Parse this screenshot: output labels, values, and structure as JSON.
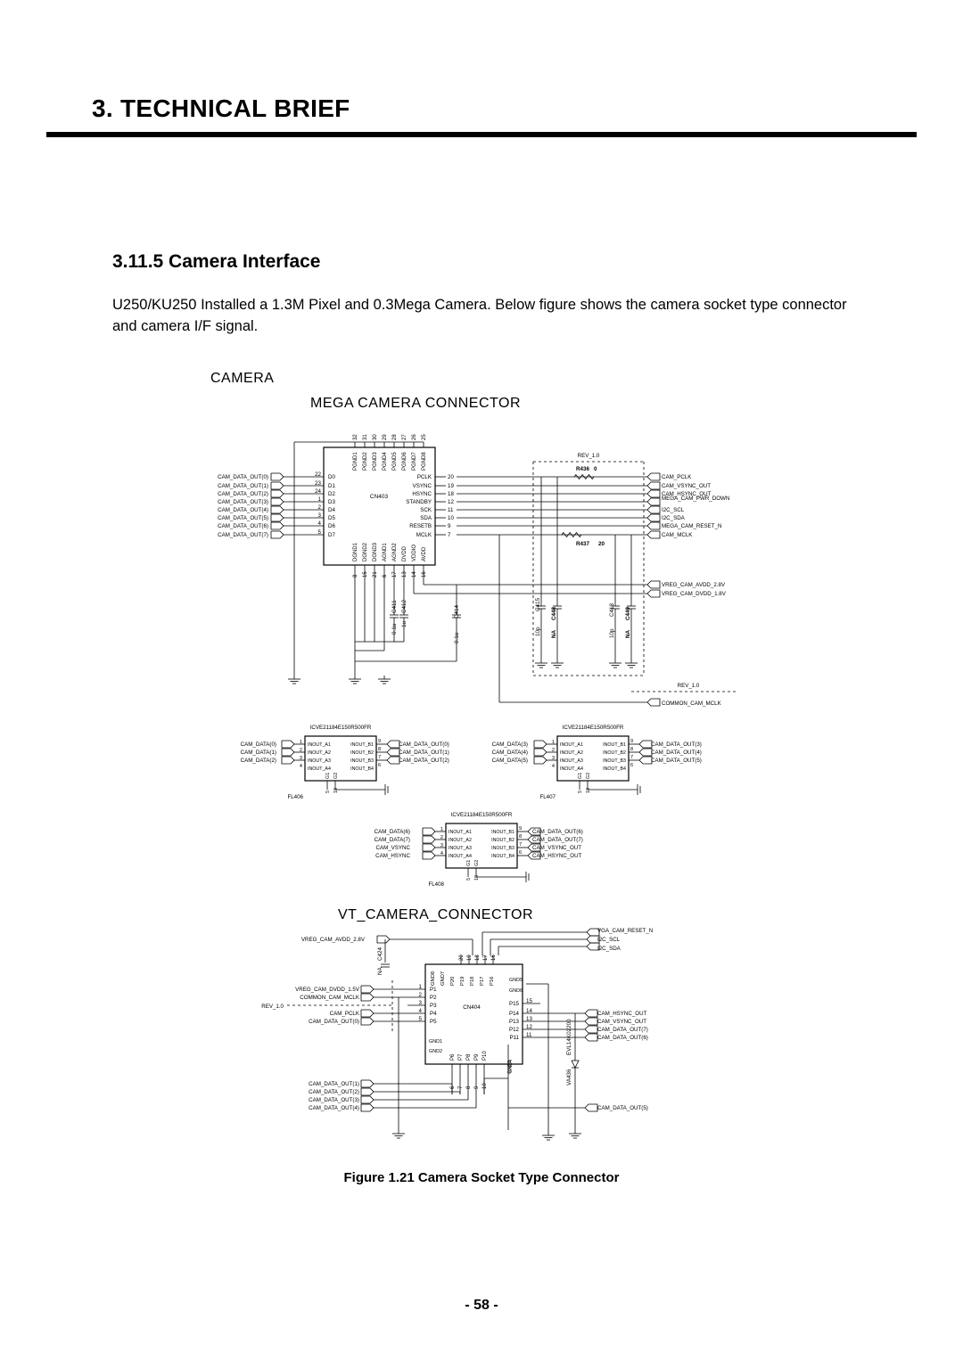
{
  "header": {
    "chapter_title": "3. TECHNICAL BRIEF"
  },
  "section": {
    "title": "3.11.5 Camera Interface",
    "paragraph": "U250/KU250 Installed a 1.3M Pixel and 0.3Mega Camera. Below figure shows the camera socket type connector and camera I/F signal."
  },
  "figure": {
    "label_camera": "CAMERA",
    "label_mega_connector": "MEGA CAMERA CONNECTOR",
    "label_vt_connector": "VT_CAMERA_CONNECTOR",
    "caption": "Figure 1.21 Camera Socket Type Connector",
    "mega": {
      "ref": "CN403",
      "left_nets": [
        "CAM_DATA_OUT(0)",
        "CAM_DATA_OUT(1)",
        "CAM_DATA_OUT(2)",
        "CAM_DATA_OUT(3)",
        "CAM_DATA_OUT(4)",
        "CAM_DATA_OUT(5)",
        "CAM_DATA_OUT(6)",
        "CAM_DATA_OUT(7)"
      ],
      "left_pin_nums": [
        "22",
        "23",
        "24",
        "1",
        "2",
        "3",
        "4",
        "5"
      ],
      "left_pin_names": [
        "D0",
        "D1",
        "D2",
        "D3",
        "D4",
        "D5",
        "D6",
        "D7"
      ],
      "top_pin_nums": [
        "32",
        "31",
        "30",
        "29",
        "28",
        "27",
        "26",
        "25"
      ],
      "top_pin_names": [
        "PGND1",
        "PGND2",
        "PGND3",
        "PGND4",
        "PGND5",
        "PGND6",
        "PGND7",
        "PGND8"
      ],
      "right_pin_names": [
        "PCLK",
        "VSYNC",
        "HSYNC",
        "STANDBY",
        "SCK",
        "SDA",
        "RESETB",
        "MCLK"
      ],
      "right_pin_nums": [
        "20",
        "19",
        "18",
        "12",
        "11",
        "10",
        "9",
        "7"
      ],
      "bottom_pin_names": [
        "DGND1",
        "DGND2",
        "DGND3",
        "AGND1",
        "AGND2",
        "DVDD",
        "VDDIO",
        "AVDD"
      ],
      "bottom_pin_nums": [
        "8",
        "15",
        "21",
        "6",
        "17",
        "13",
        "14",
        "16"
      ],
      "right_nets": [
        "CAM_PCLK",
        "CAM_VSYNC_OUT",
        "CAM_HSYNC_OUT",
        "MEGA_CAM_PWR_DOWN",
        "I2C_SCL",
        "I2C_SDA",
        "MEGA_CAM_RESET_N",
        "CAM_MCLK"
      ],
      "rev_label": "REV_1.0",
      "r436": "R436",
      "r436_val": "0",
      "r437": "R437",
      "r437_val": "20",
      "supply_nets": [
        "VREG_CAM_AVDD_2.8V",
        "VREG_CAM_DVDD_1.8V"
      ],
      "caps": [
        {
          "ref": "C411",
          "val": "0.1u"
        },
        {
          "ref": "C412",
          "val": "1u"
        },
        {
          "ref": "C414",
          "val": "0.1u"
        },
        {
          "ref": "C415",
          "val": "10p"
        },
        {
          "ref": "C448",
          "val": "NA"
        },
        {
          "ref": "C413",
          "val": "10p"
        },
        {
          "ref": "C449",
          "val": "NA"
        }
      ],
      "rev_label_2": "REV_1.0",
      "common_mclk": "COMMON_CAM_MCLK"
    },
    "filters": [
      {
        "ref": "FL406",
        "part": "ICVE21184E150R500FR",
        "inputs": [
          "CAM_DATA(0)",
          "CAM_DATA(1)",
          "CAM_DATA(2)"
        ],
        "outputs": [
          "CAM_DATA_OUT(0)",
          "CAM_DATA_OUT(1)",
          "CAM_DATA_OUT(2)"
        ]
      },
      {
        "ref": "FL407",
        "part": "ICVE21184E150R500FR",
        "inputs": [
          "CAM_DATA(3)",
          "CAM_DATA(4)",
          "CAM_DATA(5)"
        ],
        "outputs": [
          "CAM_DATA_OUT(3)",
          "CAM_DATA_OUT(4)",
          "CAM_DATA_OUT(5)"
        ]
      },
      {
        "ref": "FL408",
        "part": "ICVE21184E150R500FR",
        "inputs": [
          "CAM_DATA(6)",
          "CAM_DATA(7)",
          "CAM_VSYNC",
          "CAM_HSYNC"
        ],
        "outputs": [
          "CAM_DATA_OUT(6)",
          "CAM_DATA_OUT(7)",
          "CAM_VSYNC_OUT",
          "CAM_HSYNC_OUT"
        ]
      }
    ],
    "filter_pin_left": [
      "INOUT_A1",
      "INOUT_A2",
      "INOUT_A3",
      "INOUT_A4"
    ],
    "filter_pin_right": [
      "INOUT_B1",
      "INOUT_B2",
      "INOUT_B3",
      "INOUT_B4"
    ],
    "filter_num_left": [
      "1",
      "2",
      "3",
      "4"
    ],
    "filter_num_right": [
      "9",
      "8",
      "7",
      "6"
    ],
    "filter_gnd_names": [
      "G1",
      "G2"
    ],
    "filter_gnd_nums": [
      "5",
      "10"
    ],
    "vt": {
      "ref": "CN404",
      "avdd_net": "VREG_CAM_AVDD_2.8V",
      "c424": "C424",
      "c424_val": "NA",
      "left_nets": [
        "VREG_CAM_DVDD_1.5V",
        "COMMON_CAM_MCLK",
        "CAM_PCLK",
        "CAM_DATA_OUT(0)"
      ],
      "rev_label": "REV_1.0",
      "left_pin_names": [
        "P1",
        "P2",
        "P3",
        "P4",
        "P5"
      ],
      "left_pin_nums": [
        "1",
        "2",
        "3",
        "4",
        "5"
      ],
      "top_pin_names": [
        "GND8",
        "GND7",
        "P20",
        "P19",
        "P18",
        "P17",
        "P16"
      ],
      "top_pin_nums": [
        "20",
        "19",
        "18",
        "17",
        "16"
      ],
      "right_pin_names": [
        "P15",
        "P14",
        "P13",
        "P12",
        "P11"
      ],
      "right_pin_nums": [
        "15",
        "14",
        "13",
        "12",
        "11"
      ],
      "gnd_inner": [
        "GND5",
        "GND6",
        "GND1",
        "GND2",
        "GND3",
        "GND4"
      ],
      "bottom_pin_names": [
        "P6",
        "P7",
        "P8",
        "P9",
        "P10"
      ],
      "bottom_pin_nums": [
        "6",
        "7",
        "8",
        "9",
        "10"
      ],
      "right_nets_top": [
        "VGA_CAM_RESET_N",
        "I2C_SCL",
        "I2C_SDA"
      ],
      "right_nets": [
        "CAM_HSYNC_OUT",
        "CAM_VSYNC_OUT",
        "CAM_DATA_OUT(7)",
        "CAM_DATA_OUT(6)"
      ],
      "bottom_nets": [
        "CAM_DATA_OUT(1)",
        "CAM_DATA_OUT(2)",
        "CAM_DATA_OUT(3)",
        "CAM_DATA_OUT(4)"
      ],
      "bottom_right_net": "CAM_DATA_OUT(5)",
      "varistor_part": "EVL14K02200",
      "varistor_ref": "VA436"
    }
  },
  "footer": {
    "page_number": "- 58 -"
  }
}
